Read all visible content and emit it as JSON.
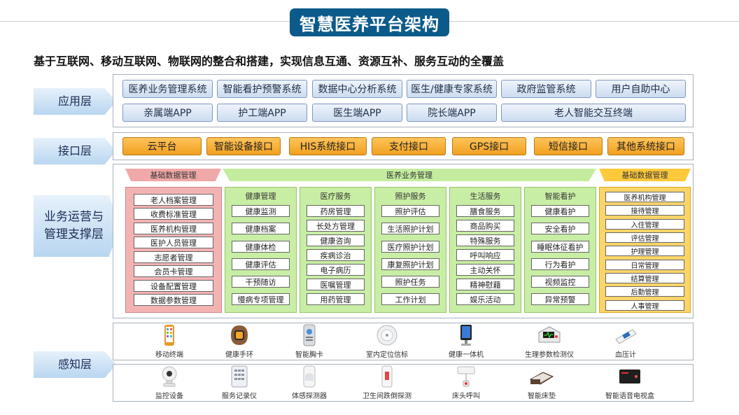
{
  "title": "智慧医养平台架构",
  "subtitle": "基于互联网、移动互联网、物联网的整合和搭建，实现信息互通、资源互补、服务互动的全覆盖",
  "layers": {
    "app": "应用层",
    "interface": "接口层",
    "business": "业务运营与管理支撑层",
    "perception": "感知层"
  },
  "app_layer": {
    "row1": [
      "医养业务管理系统",
      "智能看护预警系统",
      "数据中心分析系统",
      "医生/健康专家系统",
      "政府监管系统",
      "用户自助中心"
    ],
    "row2": [
      "亲属端APP",
      "护工端APP",
      "医生端APP",
      "院长端APP",
      "老人智能交互终端"
    ]
  },
  "interface_layer": [
    "云平台",
    "智能设备接口",
    "HIS系统接口",
    "支付接口",
    "GPS接口",
    "短信接口",
    "其他系统接口"
  ],
  "business_layer": {
    "left_header": "基础数据管理",
    "mid_header": "医养业务管理",
    "right_header": "基础数据管理",
    "left_items": [
      "老人档案管理",
      "收费标准管理",
      "医养机构管理",
      "医护人员管理",
      "志愿者管理",
      "会员卡管理",
      "设备配置管理",
      "数据参数管理"
    ],
    "columns": [
      {
        "title": "健康管理",
        "items": [
          "健康监测",
          "健康档案",
          "健康体检",
          "健康评估",
          "干预随访",
          "慢病专项管理"
        ]
      },
      {
        "title": "医疗服务",
        "items": [
          "药房管理",
          "长处方管理",
          "健康咨询",
          "疾病诊治",
          "电子病历",
          "医嘱管理",
          "用药管理"
        ]
      },
      {
        "title": "照护服务",
        "items": [
          "照护评估",
          "生活照护计划",
          "医疗照护计划",
          "康复照护计划",
          "照护任务",
          "工作计划"
        ]
      },
      {
        "title": "生活服务",
        "items": [
          "膳食服务",
          "商品购买",
          "特殊服务",
          "呼叫响应",
          "主动关怀",
          "精神慰藉",
          "娱乐活动"
        ]
      },
      {
        "title": "智能看护",
        "items": [
          "健康看护",
          "安全看护",
          "睡眠体征看护",
          "行为看护",
          "视频监控",
          "异常预警"
        ]
      }
    ],
    "right_items": [
      "医养机构管理",
      "接待管理",
      "入住管理",
      "评估管理",
      "护理管理",
      "日常管理",
      "结算管理",
      "后勤管理",
      "人事管理"
    ]
  },
  "perception_layer": {
    "row1": [
      {
        "label": "移动终端",
        "icon": "mobile-phone-icon"
      },
      {
        "label": "健康手环",
        "icon": "wristband-icon"
      },
      {
        "label": "智能胸卡",
        "icon": "badge-card-icon"
      },
      {
        "label": "室内定位信标",
        "icon": "beacon-icon"
      },
      {
        "label": "健康一体机",
        "icon": "health-kiosk-icon"
      },
      {
        "label": "生理参数检测仪",
        "icon": "vital-monitor-icon"
      },
      {
        "label": "血压计",
        "icon": "blood-pressure-meter-icon"
      }
    ],
    "row2": [
      {
        "label": "监控设备",
        "icon": "camera-icon"
      },
      {
        "label": "服务记录仪",
        "icon": "keypad-recorder-icon"
      },
      {
        "label": "体感探测器",
        "icon": "motion-sensor-icon"
      },
      {
        "label": "卫生间跌倒探测",
        "icon": "fall-detector-icon"
      },
      {
        "label": "床头呼叫",
        "icon": "bedside-call-icon"
      },
      {
        "label": "智能床垫",
        "icon": "smart-mattress-icon"
      },
      {
        "label": "智能语音电视盒",
        "icon": "tv-box-icon"
      }
    ]
  },
  "colors": {
    "title_bg": "#0c5a8a",
    "app_button": "#cddcf0",
    "interface_button": "#f0a020",
    "left_column": "#f4b3b3",
    "middle_columns": "#c8eda4",
    "right_column": "#fbd56a"
  }
}
